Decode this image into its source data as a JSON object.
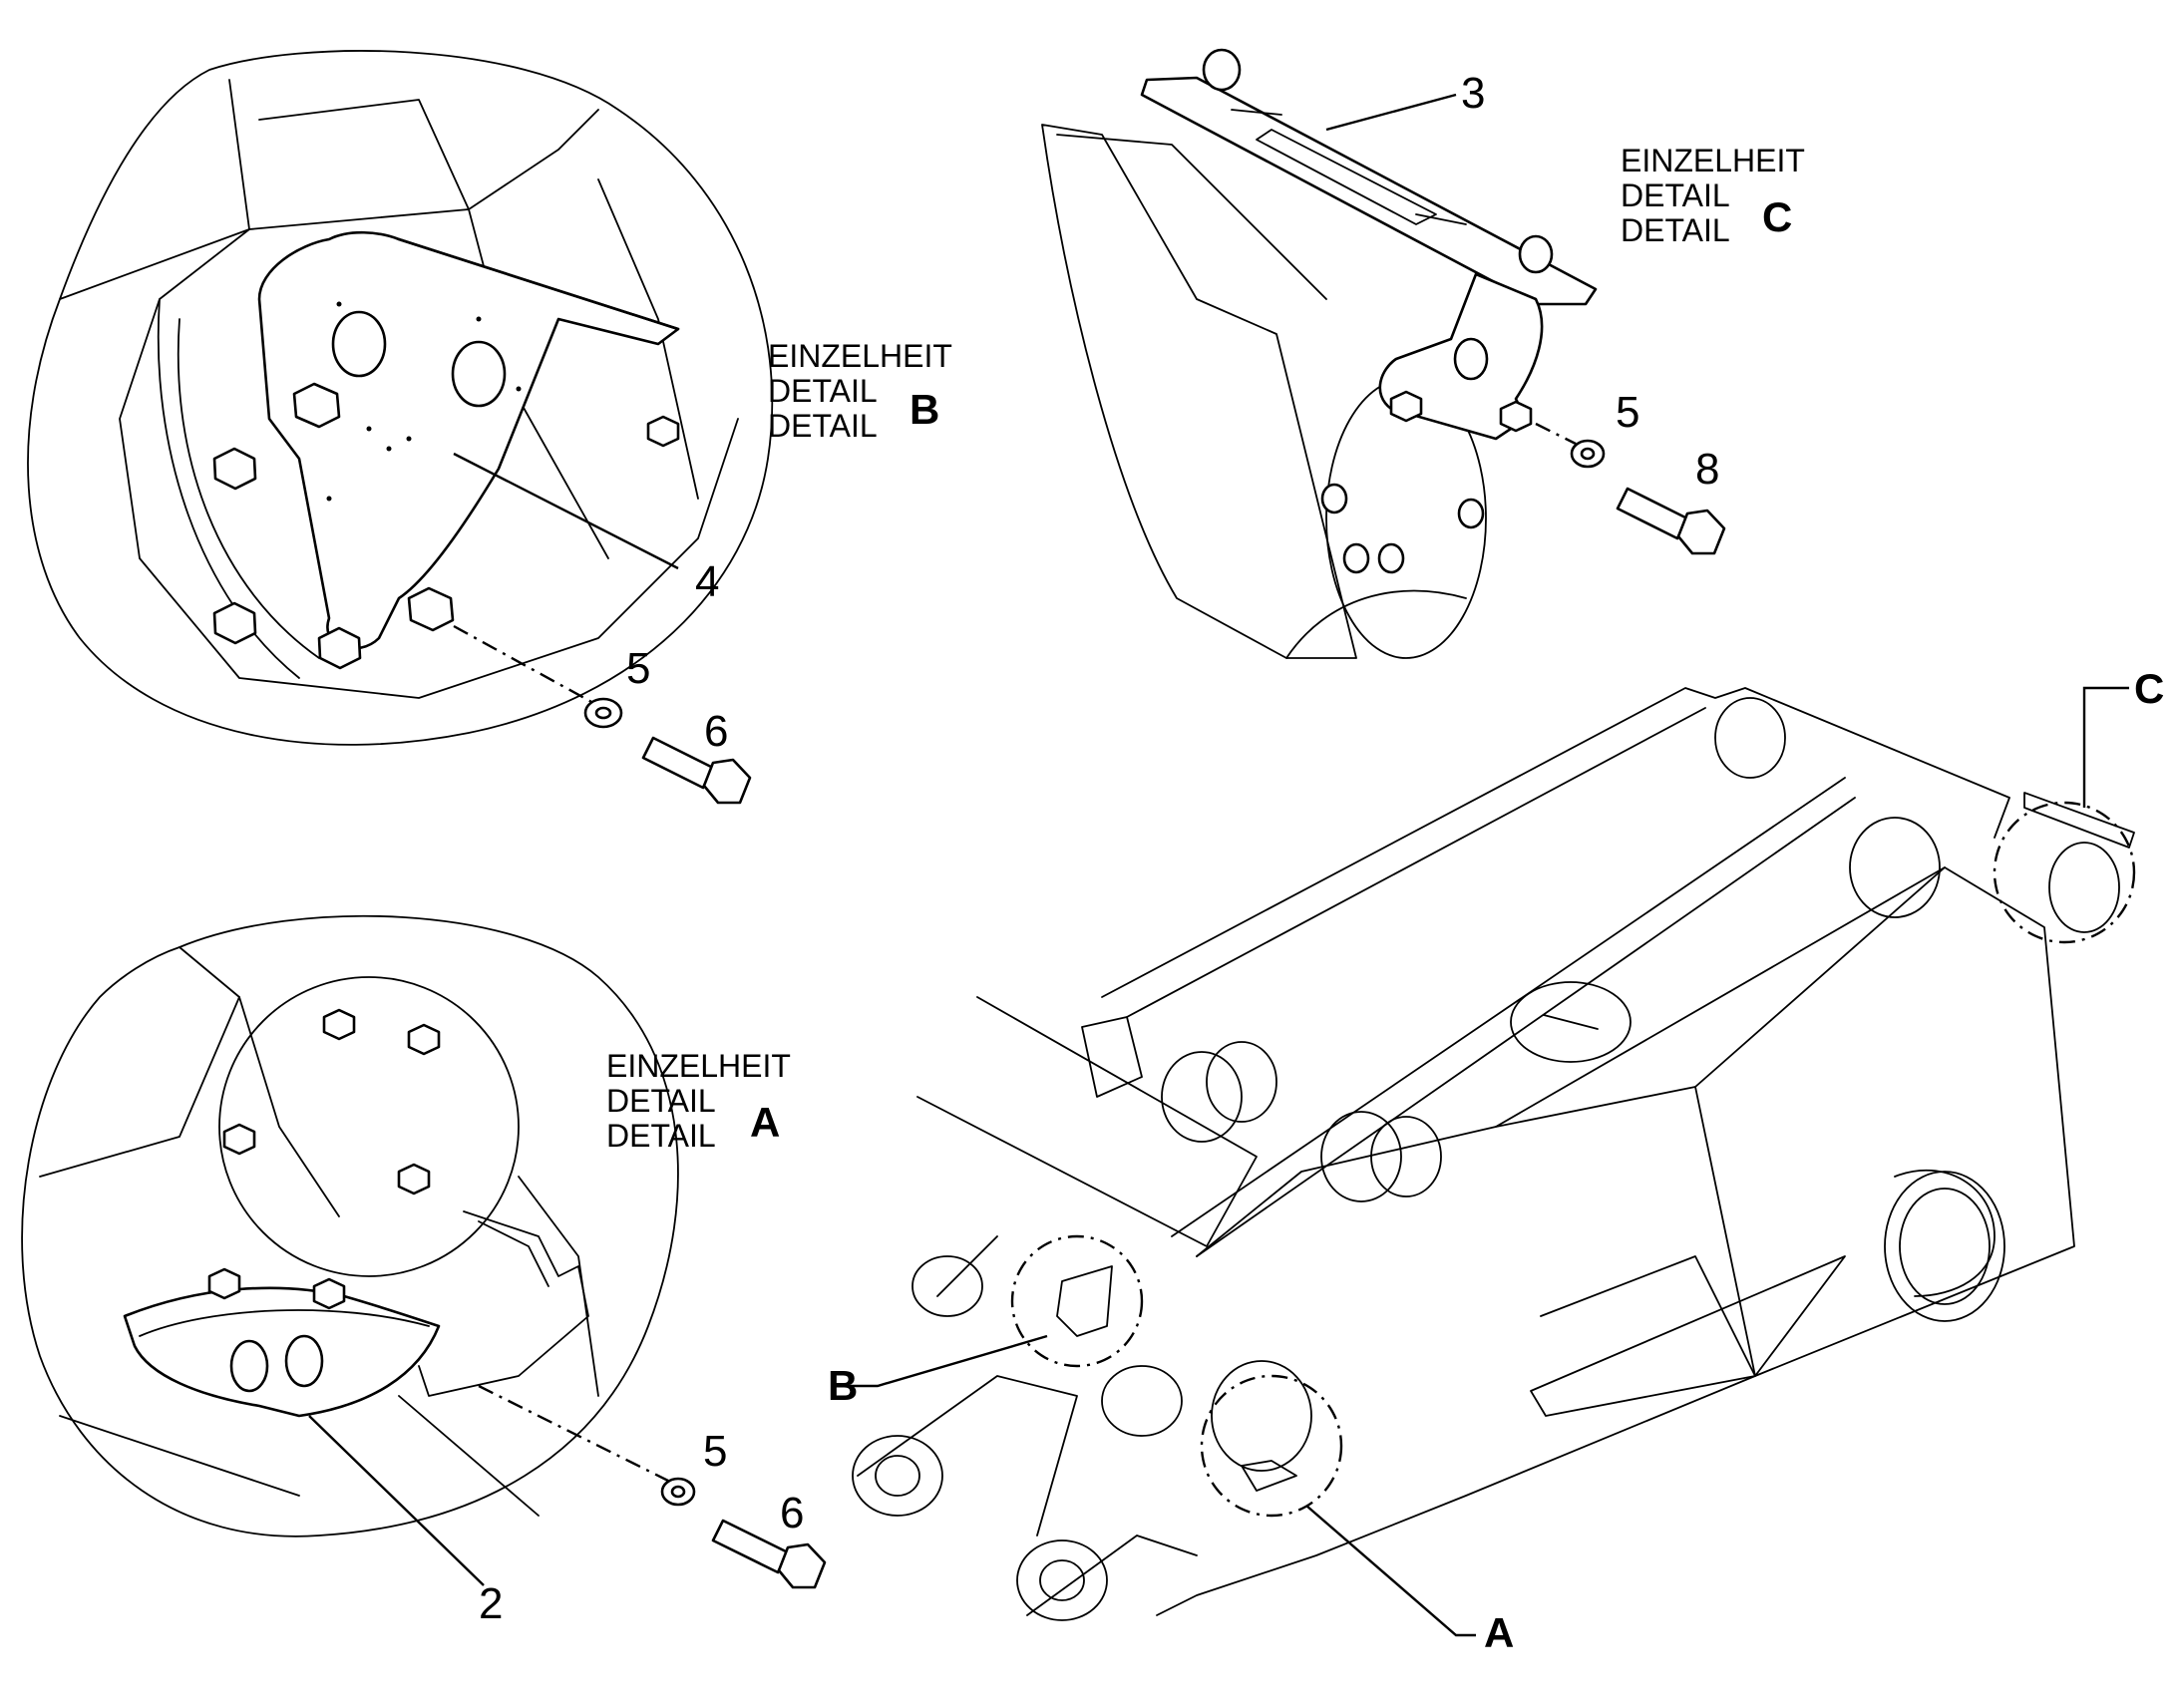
{
  "detail_a": {
    "line1": "EINZELHEIT",
    "line2": "DETAIL",
    "line3": "DETAIL",
    "letter": "A",
    "part_numbers": [
      "2",
      "5",
      "6"
    ]
  },
  "detail_b": {
    "line1": "EINZELHEIT",
    "line2": "DETAIL",
    "line3": "DETAIL",
    "letter": "B",
    "part_numbers": [
      "4",
      "5",
      "6"
    ]
  },
  "detail_c": {
    "line1": "EINZELHEIT",
    "line2": "DETAIL",
    "line3": "DETAIL",
    "letter": "C",
    "part_numbers": [
      "3",
      "5",
      "8"
    ]
  },
  "overview_callouts": [
    "A",
    "B",
    "C"
  ]
}
